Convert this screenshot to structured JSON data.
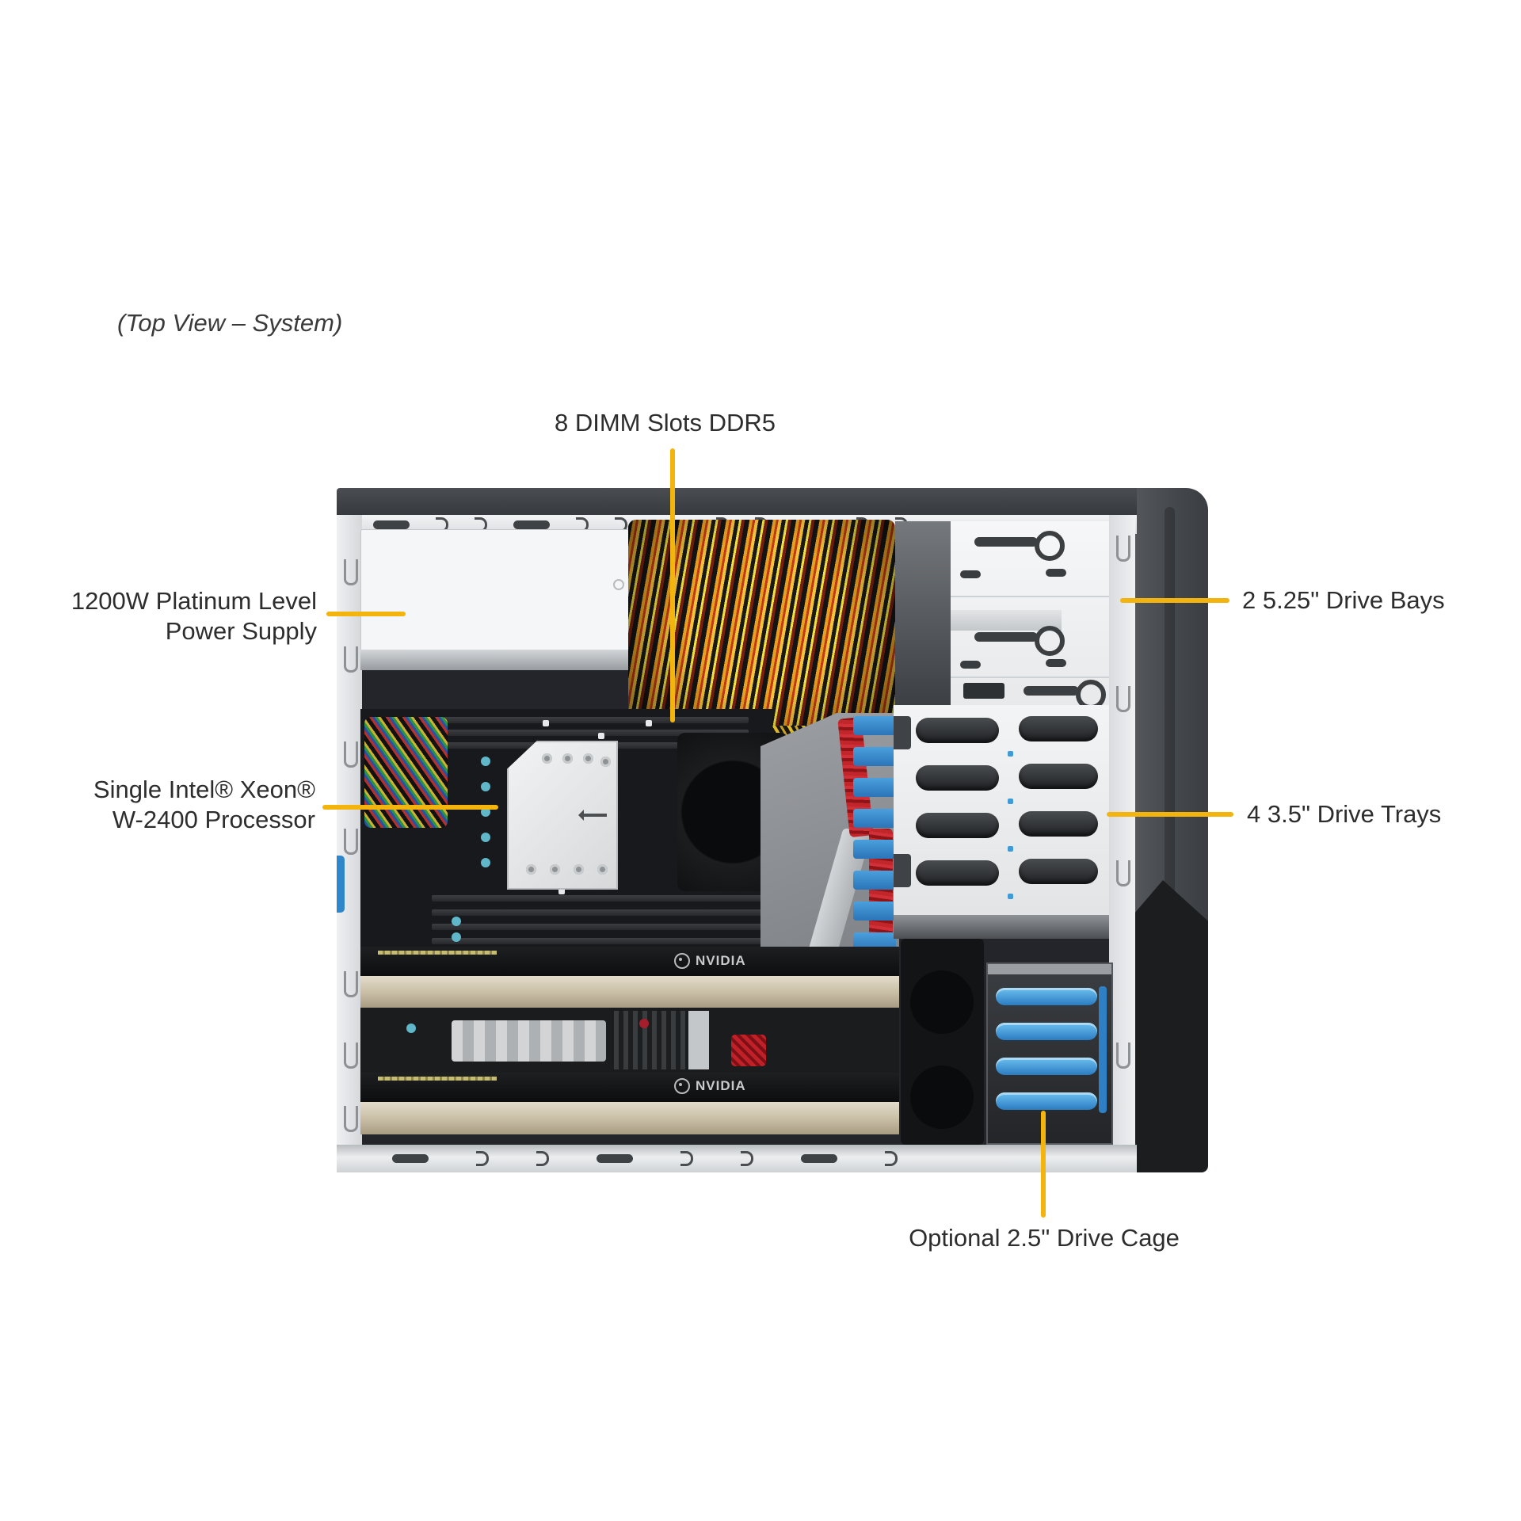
{
  "caption": "(Top View – System)",
  "colors": {
    "accent": "#F2B40D",
    "rail_blue": "#2F86C8",
    "gpu_gold": "#C9BEA6",
    "bezel_gray": "#45484C"
  },
  "callouts": {
    "dimm": {
      "label": "8 DIMM Slots DDR5"
    },
    "psu": {
      "line1": "1200W Platinum Level",
      "line2": "Power Supply"
    },
    "cpu": {
      "line1": "Single Intel® Xeon®",
      "line2": "W-2400 Processor"
    },
    "bays": {
      "label": "2 5.25\" Drive Bays"
    },
    "trays": {
      "label": "4 3.5\" Drive Trays"
    },
    "cage": {
      "label": "Optional 2.5\" Drive Cage"
    }
  },
  "hardware": {
    "gpu_logo": "NVIDIA"
  }
}
